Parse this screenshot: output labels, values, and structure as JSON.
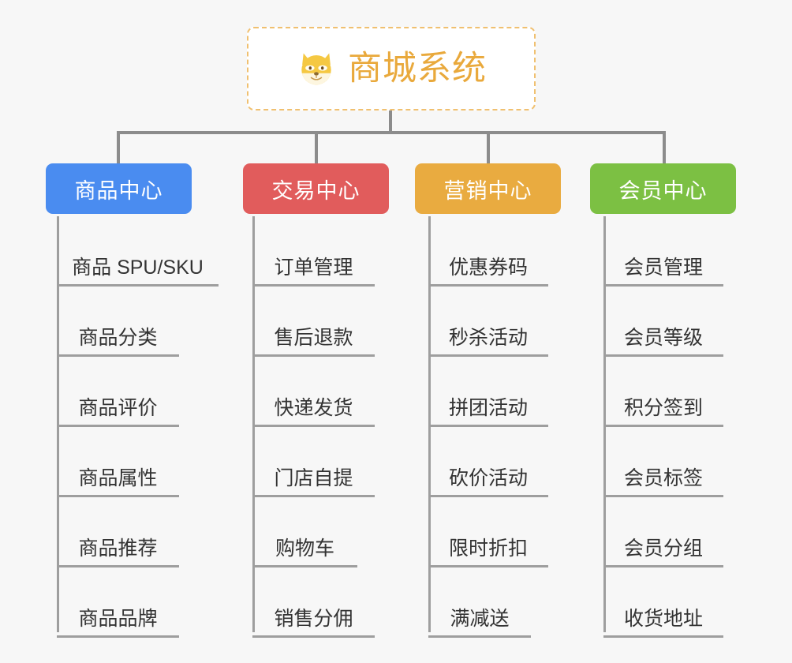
{
  "background_color": "#f7f7f7",
  "root": {
    "title": "商城系统",
    "icon": "shiba-dog-face-icon",
    "text_color": "#e9a93c",
    "border_color": "#f0c070",
    "background": "#ffffff"
  },
  "line_color": "#8c8c8c",
  "leaf_line_color": "#9e9e9e",
  "leaf_text_color": "#333333",
  "columns": [
    {
      "id": "product-center",
      "header": "商品中心",
      "color": "#4a8cf0",
      "items": [
        "商品 SPU/SKU",
        "商品分类",
        "商品评价",
        "商品属性",
        "商品推荐",
        "商品品牌"
      ]
    },
    {
      "id": "trade-center",
      "header": "交易中心",
      "color": "#e15c5c",
      "items": [
        "订单管理",
        "售后退款",
        "快递发货",
        "门店自提",
        "购物车",
        "销售分佣"
      ]
    },
    {
      "id": "marketing-center",
      "header": "营销中心",
      "color": "#e9ab40",
      "items": [
        "优惠券码",
        "秒杀活动",
        "拼团活动",
        "砍价活动",
        "限时折扣",
        "满减送"
      ]
    },
    {
      "id": "member-center",
      "header": "会员中心",
      "color": "#7cc043",
      "items": [
        "会员管理",
        "会员等级",
        "积分签到",
        "会员标签",
        "会员分组",
        "收货地址"
      ]
    }
  ]
}
